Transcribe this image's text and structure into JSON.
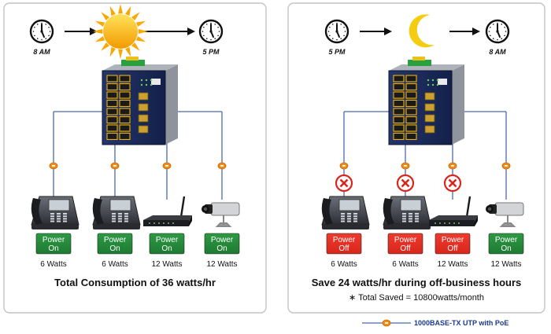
{
  "colors": {
    "power_on": "#1e7a32",
    "power_off": "#d8261c",
    "cable": "#4a6aa8",
    "poe_dot": "#f08a1c",
    "switch_body": "#1c2a52",
    "sun": "#f7b500",
    "moon": "#f4cc10"
  },
  "panels": [
    {
      "time_from": "8 AM",
      "time_to": "5 PM",
      "celestial": "sun-icon",
      "devices": [
        {
          "icon": "ip-phone-icon",
          "status": "Power\nOn",
          "status_lines": [
            "Power",
            "On"
          ],
          "is_on": true,
          "watts": "6 Watts"
        },
        {
          "icon": "ip-phone-icon",
          "status_lines": [
            "Power",
            "On"
          ],
          "is_on": true,
          "watts": "6 Watts"
        },
        {
          "icon": "wireless-router-icon",
          "status_lines": [
            "Power",
            "On"
          ],
          "is_on": true,
          "watts": "12 Watts"
        },
        {
          "icon": "ip-camera-icon",
          "status_lines": [
            "Power",
            "On"
          ],
          "is_on": true,
          "watts": "12 Watts"
        }
      ],
      "headline": "Total Consumption of 36 watts/hr",
      "subline": ""
    },
    {
      "time_from": "5 PM",
      "time_to": "8 AM",
      "celestial": "moon-icon",
      "devices": [
        {
          "icon": "ip-phone-icon",
          "status_lines": [
            "Power",
            "Off"
          ],
          "is_on": false,
          "watts": "6 Watts"
        },
        {
          "icon": "ip-phone-icon",
          "status_lines": [
            "Power",
            "Off"
          ],
          "is_on": false,
          "watts": "6 Watts"
        },
        {
          "icon": "wireless-router-icon",
          "status_lines": [
            "Power",
            "Off"
          ],
          "is_on": false,
          "watts": "12 Watts"
        },
        {
          "icon": "ip-camera-icon",
          "status_lines": [
            "Power",
            "On"
          ],
          "is_on": true,
          "watts": "12 Watts"
        }
      ],
      "headline": "Save 24 watts/hr during off-business hours",
      "subline": "∗ Total Saved = 10800watts/month"
    }
  ],
  "legend": {
    "label": "1000BASE-TX UTP with PoE"
  }
}
